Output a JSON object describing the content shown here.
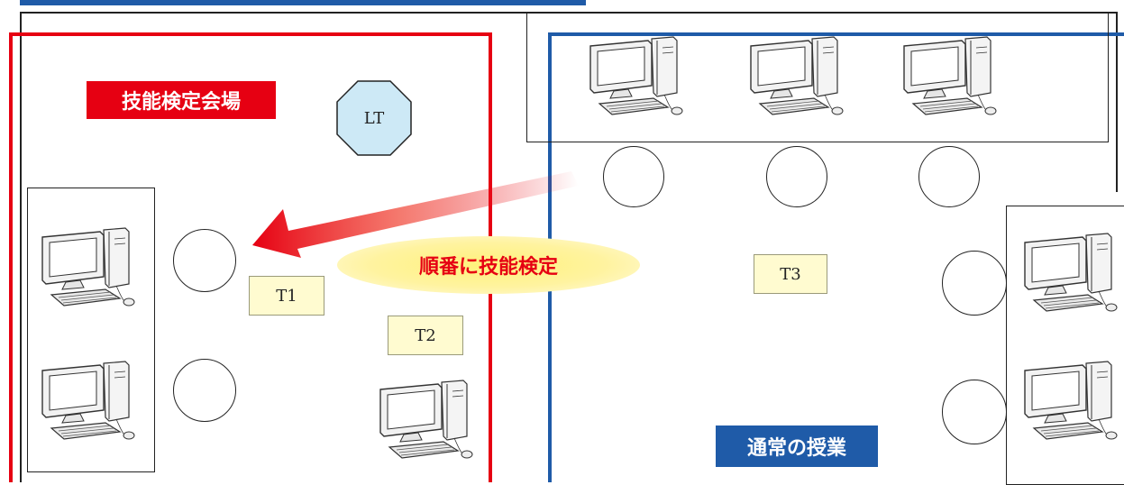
{
  "zones": {
    "skill_test": {
      "label": "技能検定会場",
      "color": "#e60012"
    },
    "regular_class": {
      "label": "通常の授業",
      "color": "#1f5ba8"
    }
  },
  "lecture_table": {
    "label": "LT",
    "fill": "#cde9f6"
  },
  "teachers": [
    {
      "label": "T1"
    },
    {
      "label": "T2"
    },
    {
      "label": "T3"
    }
  ],
  "arrow": {
    "caption": "順番に技能検定",
    "caption_color": "#e60012",
    "bubble_color": "#fff27a"
  },
  "icons": {
    "computer": "desktop-computer-icon"
  }
}
